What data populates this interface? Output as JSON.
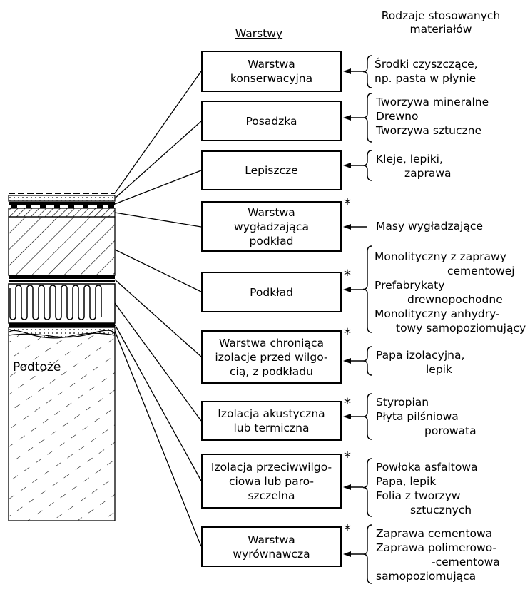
{
  "headers": {
    "layers": "Warstwy",
    "materials_line1": "Rodzaje stosowanych",
    "materials_line2": "materiałów"
  },
  "substrate_label": "Podtoże",
  "layers": [
    {
      "lines": [
        "Warstwa",
        "konserwacyjna"
      ],
      "star": "",
      "materials": [
        "Środki czyszczące,",
        "np. pasta w płynie"
      ]
    },
    {
      "lines": [
        "Posadzka"
      ],
      "star": "",
      "materials": [
        "Tworzywa mineralne",
        "Drewno",
        "Tworzywa sztuczne"
      ]
    },
    {
      "lines": [
        "Lepiszcze"
      ],
      "star": "",
      "materials": [
        "Kleje, lepiki,",
        "zaprawa"
      ]
    },
    {
      "lines": [
        "Warstwa",
        "wygładzająca",
        "podkład"
      ],
      "star": "*",
      "materials": [
        "Masy wygładzające"
      ]
    },
    {
      "lines": [
        "Podkład"
      ],
      "star": "*",
      "materials": [
        "Monolityczny z zaprawy",
        "cementowej",
        "Prefabrykaty",
        "drewnopochodne",
        "Monolityczny anhydry-",
        "towy samopoziomujący"
      ]
    },
    {
      "lines": [
        "Warstwa chroniąca",
        "izolacje przed wilgo-",
        "cią, z podkładu"
      ],
      "star": "*",
      "materials": [
        "Papa izolacyjna,",
        "lepik"
      ]
    },
    {
      "lines": [
        "Izolacja akustyczna",
        "lub termiczna"
      ],
      "star": "*",
      "materials": [
        "Styropian",
        "Płyta pilśniowa",
        "porowata"
      ]
    },
    {
      "lines": [
        "Izolacja przeciwwilgo-",
        "ciowa lub paro-",
        "szczelna"
      ],
      "star": "*",
      "materials": [
        "Powłoka asfaltowa",
        "Papa, lepik",
        "Folia z tworzyw",
        "sztucznych"
      ]
    },
    {
      "lines": [
        "Warstwa",
        "wyrównawcza"
      ],
      "star": "*",
      "materials": [
        "Zaprawa cementowa",
        "Zaprawa polimerowo-",
        "-cementowa",
        "samopoziomująca"
      ]
    }
  ]
}
